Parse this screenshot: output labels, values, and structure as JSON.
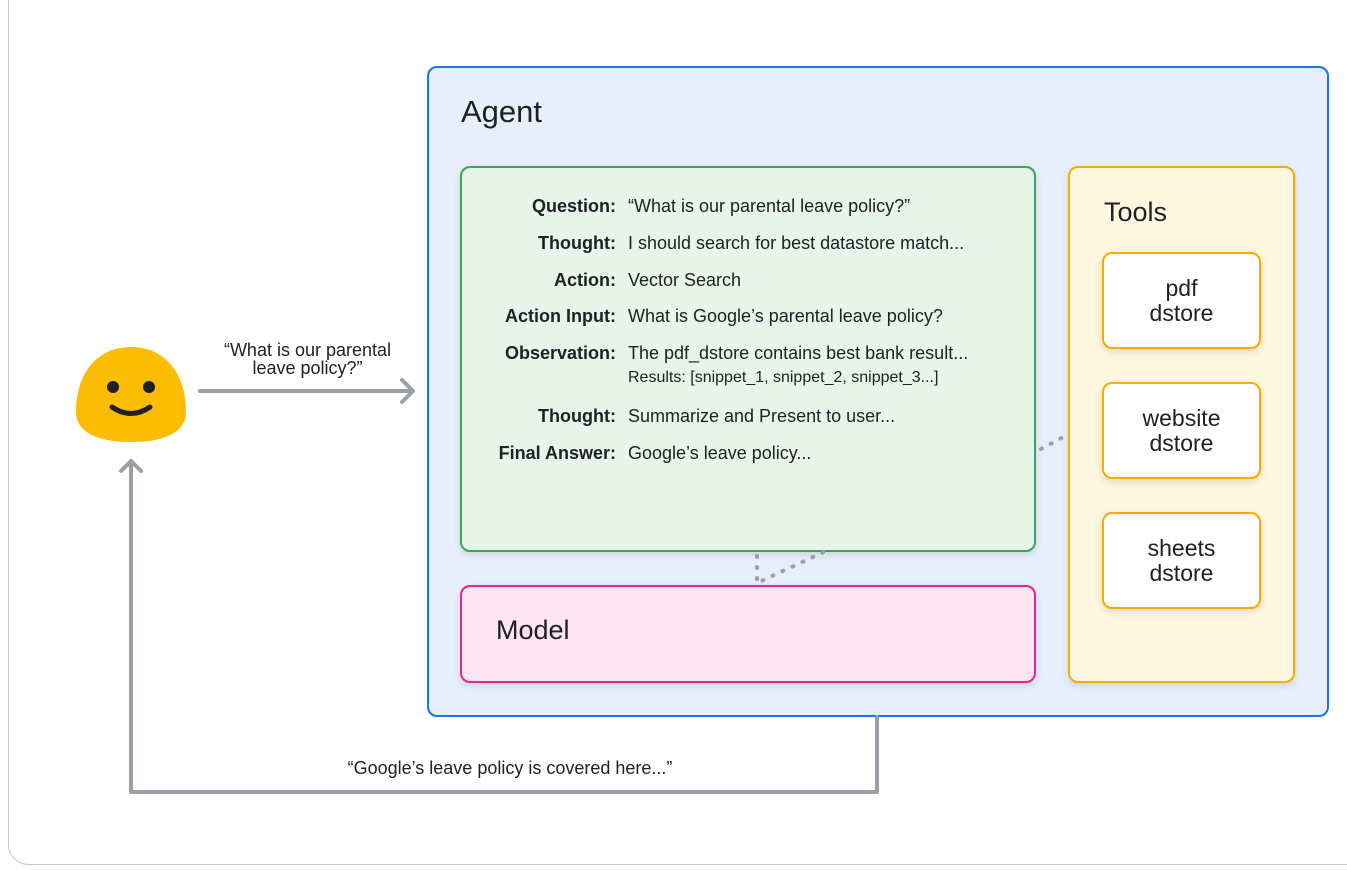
{
  "agent": {
    "title": "Agent"
  },
  "trace": [
    {
      "label": "Question:",
      "value": "“What is our parental leave policy?”"
    },
    {
      "label": "Thought:",
      "value": "I should search for best datastore match..."
    },
    {
      "label": "Action:",
      "value": "Vector Search"
    },
    {
      "label": "Action Input:",
      "value": "What is Google’s parental leave policy?"
    },
    {
      "label": "Observation:",
      "value": "The pdf_dstore contains best bank result...",
      "detail": "Results: [snippet_1, snippet_2, snippet_3...]"
    },
    {
      "label": "Thought:",
      "value": "Summarize and Present to user..."
    },
    {
      "label": "Final Answer:",
      "value": "Google’s leave policy..."
    }
  ],
  "model": {
    "label": "Model"
  },
  "tools": {
    "label": "Tools",
    "items": [
      {
        "line1": "pdf",
        "line2": "dstore"
      },
      {
        "line1": "website",
        "line2": "dstore"
      },
      {
        "line1": "sheets",
        "line2": "dstore"
      }
    ]
  },
  "user": {
    "icon": "smiley-user-icon",
    "question_line1": "“What is our parental",
    "question_line2": "leave policy?”",
    "answer": "“Google’s leave policy is covered here...”"
  },
  "colors": {
    "agent": "#1a73e8",
    "react": "#34a853",
    "model": "#e52592",
    "tools": "#f9ab00",
    "user": "#fbbc04",
    "arrow": "#9aa0a6"
  }
}
